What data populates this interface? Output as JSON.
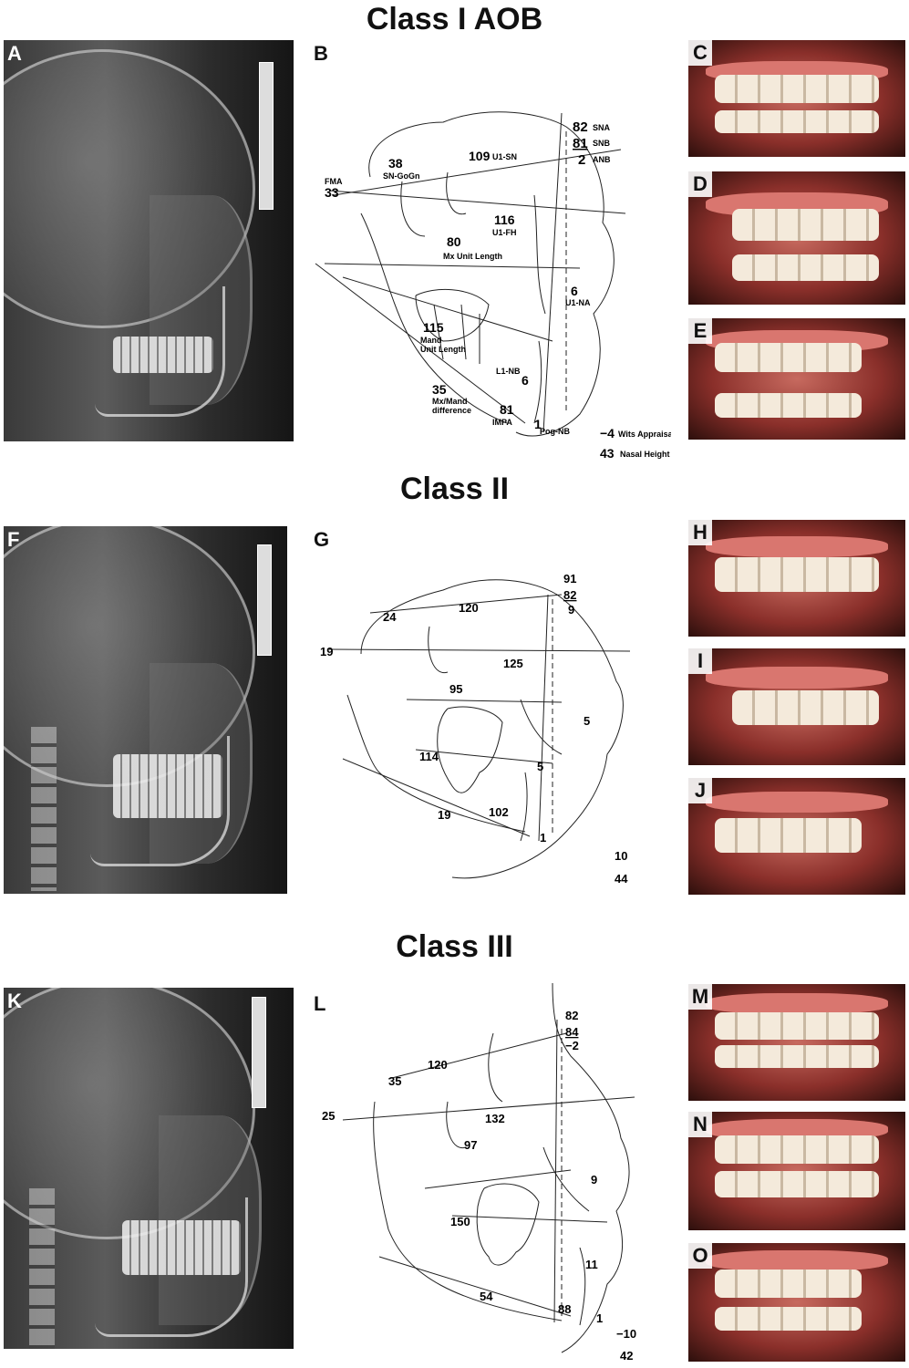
{
  "titles": {
    "class1": "Class I AOB",
    "class2": "Class II",
    "class3": "Class III"
  },
  "panel_letters": {
    "A": "A",
    "B": "B",
    "C": "C",
    "D": "D",
    "E": "E",
    "F": "F",
    "G": "G",
    "H": "H",
    "I": "I",
    "J": "J",
    "K": "K",
    "L": "L",
    "M": "M",
    "N": "N",
    "O": "O"
  },
  "tracing_b": {
    "sna_value": "82",
    "sna_label": "SNA",
    "snb_value": "81",
    "snb_label": "SNB",
    "anb_value": "2",
    "anb_label": "ANB",
    "sngogn_value": "38",
    "sngogn_label": "SN-GoGn",
    "u1sn_value": "109",
    "u1sn_label": "U1-SN",
    "fma_label": "FMA",
    "fma_value": "33",
    "u1fh_value": "116",
    "u1fh_label": "U1-FH",
    "mx_value": "80",
    "mx_label": "Mx Unit Length",
    "u1na_value": "6",
    "u1na_label": "U1-NA",
    "mand_value": "115",
    "mand_label_1": "Mand",
    "mand_label_2": "Unit Length",
    "l1nb_label": "L1-NB",
    "l1nb_value": "6",
    "mxmand_value": "35",
    "mxmand_label_1": "Mx/Mand",
    "mxmand_label_2": "difference",
    "impa_value": "81",
    "impa_label": "IMPA",
    "pognb_value": "1",
    "pognb_label": "Pog-NB",
    "wits_value": "−4",
    "wits_label": "Wits Appraisal",
    "nasal_value": "43",
    "nasal_label": "Nasal Height"
  },
  "tracing_g": {
    "sna": "91",
    "snb": "82",
    "anb": "9",
    "sngogn": "24",
    "u1sn": "120",
    "fma": "19",
    "u1fh": "125",
    "mx": "95",
    "u1na": "5",
    "mand": "114",
    "l1nb": "5",
    "mxmand": "19",
    "impa": "102",
    "pognb": "1",
    "wits": "10",
    "nasal": "44"
  },
  "tracing_l": {
    "sna": "82",
    "snb": "84",
    "anb": "−2",
    "sngogn": "35",
    "u1sn": "120",
    "fma": "25",
    "u1fh": "132",
    "mx": "97",
    "u1na": "9",
    "mand": "150",
    "l1nb": "11",
    "mxmand": "54",
    "impa": "88",
    "pognb": "1",
    "wits": "−10",
    "nasal": "42"
  }
}
